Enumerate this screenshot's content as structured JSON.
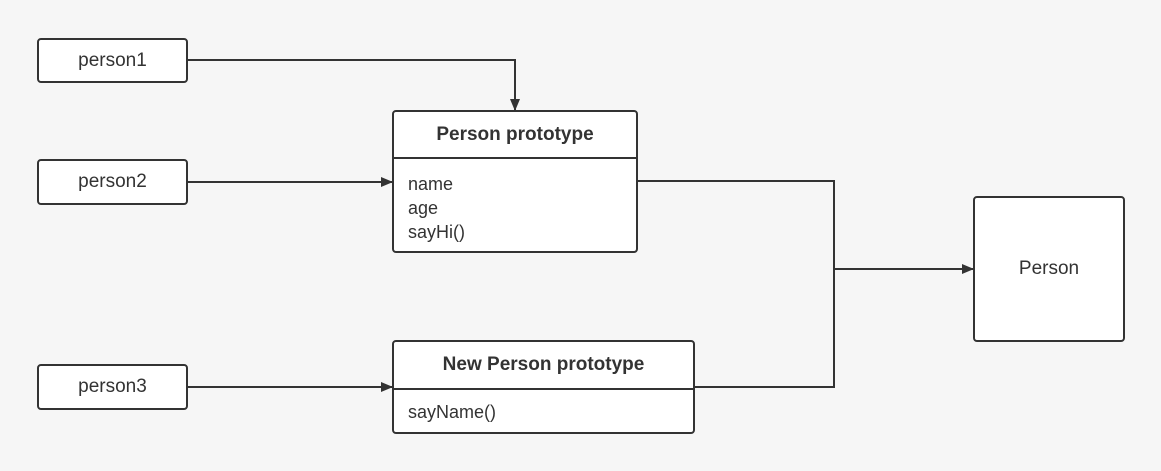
{
  "nodes": {
    "person1": "person1",
    "person2": "person2",
    "person3": "person3",
    "person_prototype": {
      "title": "Person prototype",
      "members": [
        "name",
        "age",
        "sayHi()"
      ]
    },
    "new_person_prototype": {
      "title": "New Person prototype",
      "members": [
        "sayName()"
      ]
    },
    "person": "Person"
  },
  "colors": {
    "background": "#f6f6f6",
    "stroke": "#333333",
    "box_fill": "#ffffff"
  }
}
